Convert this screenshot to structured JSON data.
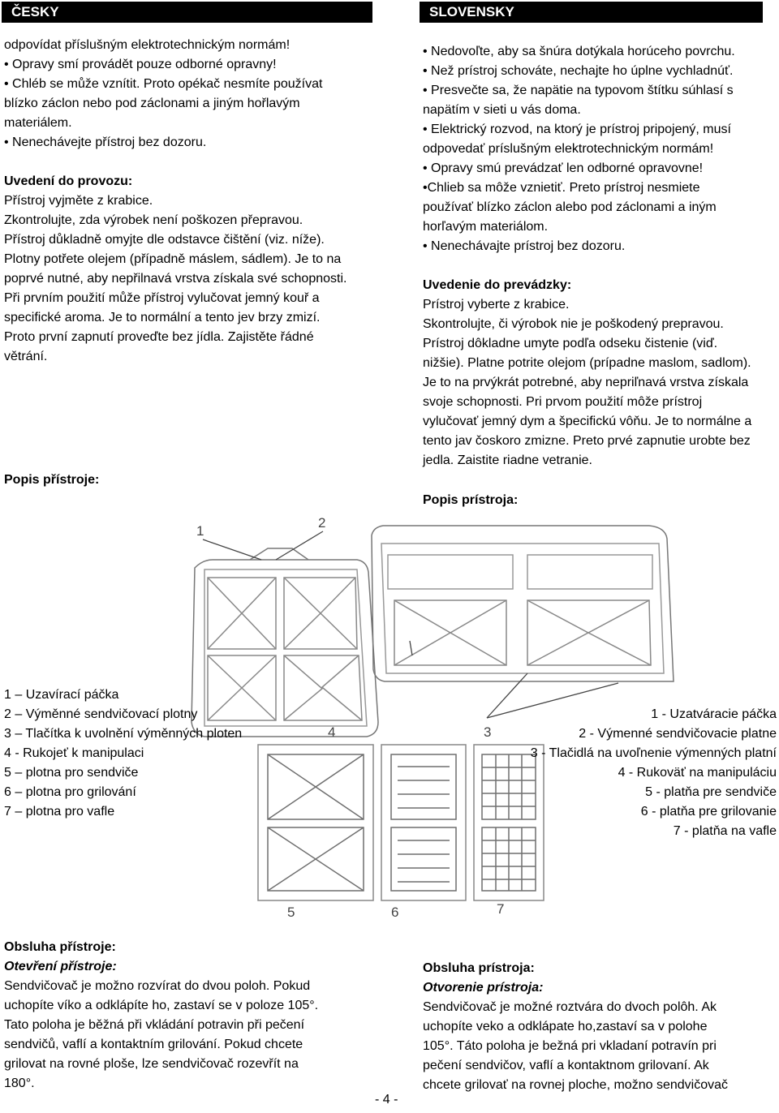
{
  "header_left": "ČESKY",
  "header_right": "SLOVENSKY",
  "cz": {
    "intro": [
      "odpovídat příslušným elektrotechnickým normám!",
      "• Opravy smí provádět pouze odborné opravny!",
      "• Chléb se může vznítit. Proto opékač nesmíte používat",
      "blízko záclon nebo pod záclonami a jiným hořlavým",
      "materiálem.",
      "• Nenechávejte přístroj bez dozoru."
    ],
    "startup_title": "Uvedení do provozu:",
    "startup": [
      "Přístroj vyjměte z krabice.",
      "Zkontrolujte, zda výrobek není poškozen přepravou.",
      "Přístroj důkladně omyjte dle odstavce čištění (viz. níže).",
      "Plotny potřete olejem (případně máslem, sádlem). Je to na",
      "poprvé nutné, aby nepřilnavá vrstva získala své schopnosti.",
      "Při prvním použití může přístroj vylučovat jemný kouř a",
      "specifické aroma. Je to normální a tento jev brzy zmizí.",
      "Proto první zapnutí proveďte bez jídla. Zajistěte řádné",
      "větrání."
    ],
    "desc_title": "Popis přístroje:",
    "parts": [
      "1 – Uzavírací páčka",
      "2 – Výměnné sendvičovací plotny",
      "3 – Tlačítka k uvolnění výměnných ploten",
      "4 - Rukojeť k manipulaci",
      "5 – plotna pro sendviče",
      "6 – plotna pro grilování",
      "7 – plotna pro vafle"
    ],
    "operation_title": "Obsluha přístroje:",
    "opening_title": "Otevření přístroje:",
    "opening": [
      "Sendvičovač je možno rozvírat do dvou poloh. Pokud",
      "uchopíte víko a odklápíte ho, zastaví se v poloze 105°.",
      "Tato poloha je běžná při vkládání potravin při pečení",
      "sendvičů, vaflí a kontaktním grilování. Pokud chcete",
      "grilovat na rovné ploše, lze sendvičovač rozevřít na",
      "180°."
    ]
  },
  "sk": {
    "intro": [
      "• Nedovoľte, aby sa šnúra dotýkala horúceho povrchu.",
      "• Než prístroj schováte, nechajte ho úplne vychladnúť.",
      "• Presvečte sa, že napätie na typovom štítku súhlasí s",
      "napätím v sieti u vás doma.",
      "• Elektrický rozvod, na ktorý je prístroj pripojený, musí",
      "odpovedať príslušným elektrotechnickým normám!",
      "• Opravy smú prevádzať len odborné opravovne!",
      "•Chlieb sa môže vznietiť. Preto prístroj nesmiete",
      "používať blízko záclon alebo pod záclonami a iným",
      "horľavým materiálom.",
      "• Nenechávajte prístroj bez dozoru."
    ],
    "startup_title": "Uvedenie do prevádzky:",
    "startup": [
      "Prístroj vyberte z krabice.",
      "Skontrolujte, či výrobok nie je poškodený prepravou.",
      "Prístroj dôkladne umyte podľa odseku čistenie (viď.",
      "nižšie). Platne potrite olejom (prípadne maslom, sadlom).",
      "Je to na prvýkrát potrebné, aby nepriľnavá vrstva získala",
      "svoje schopnosti. Pri prvom použití môže prístroj",
      "vylučovať jemný dym a špecifickú vôňu. Je to normálne a",
      "tento jav čoskoro zmizne. Preto prvé zapnutie urobte bez",
      "jedla. Zaistite riadne vetranie."
    ],
    "desc_title": "Popis prístroja:",
    "parts": [
      "1 - Uzatváracie páčka",
      "2 - Výmenné sendvičovacie platne",
      "3 - Tlačidlá na uvoľnenie výmenných platní",
      "4 - Rukoväť na manipuláciu",
      "5 - platňa pre sendviče",
      "6 - platňa pre grilovanie",
      "7 - platňa na vafle"
    ],
    "operation_title": "Obsluha prístroja:",
    "opening_title": "Otvorenie prístroja:",
    "opening": [
      "Sendvičovač je možné roztvára do dvoch polôh. Ak",
      "uchopíte veko a odklápate ho,zastaví sa v polohe",
      "105°. Táto poloha je bežná pri vkladaní potravín pri",
      "pečení sendvičov, vaflí a kontaktnom grilovaní. Ak",
      "chcete grilovať na rovnej ploche, možno sendvičovač"
    ]
  },
  "figure_labels": {
    "n1": "1",
    "n2": "2",
    "n3": "3",
    "n4": "4",
    "n5": "5",
    "n6": "6",
    "n7": "7"
  },
  "page_number": "- 4 -"
}
